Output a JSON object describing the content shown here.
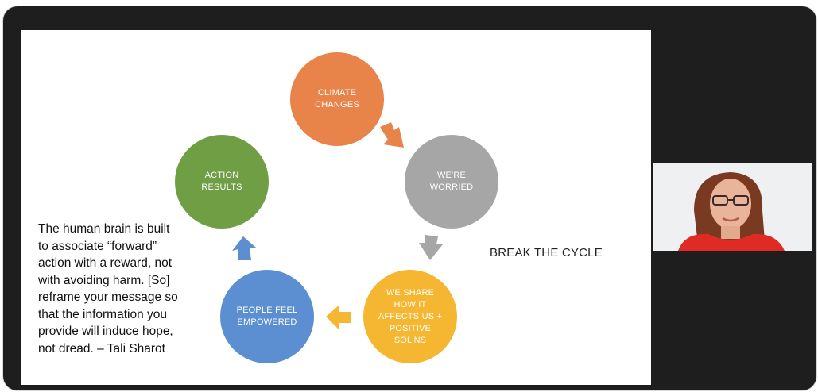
{
  "colors": {
    "orange": "#e8844a",
    "gray": "#a6a6a6",
    "yellow": "#f5b731",
    "blue": "#5b8fd2",
    "green": "#6f9e45",
    "frame": "#1e1e1e"
  },
  "cycle": {
    "climate": "CLIMATE\nCHANGES",
    "worried": "WE'RE\nWORRIED",
    "share": "WE SHARE\nHOW IT\nAFFECTS US +\nPOSITIVE\nSOL'NS",
    "empowered": "PEOPLE FEEL\nEMPOWERED",
    "action": "ACTION\nRESULTS"
  },
  "break_text": "BREAK THE CYCLE",
  "quote": "The human brain is built\nto associate “forward”\naction with a reward, not\nwith avoiding harm. [So]\nreframe your message so\nthat the information you\nprovide will induce hope,\nnot dread. – Tali Sharot",
  "video": {
    "participant": "speaker-video"
  }
}
